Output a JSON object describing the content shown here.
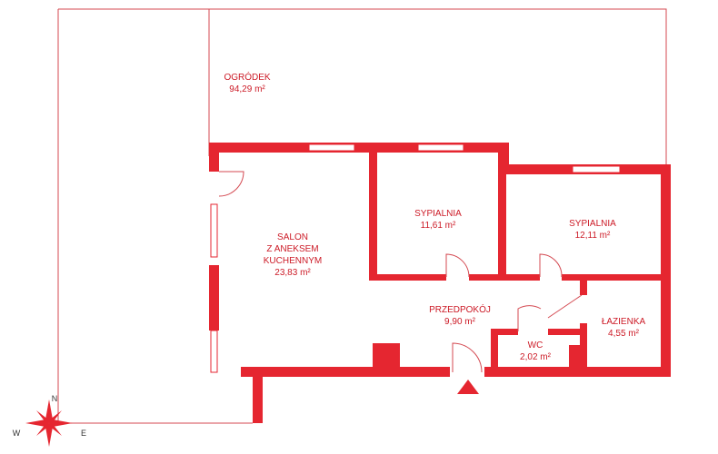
{
  "colors": {
    "wall": "#e52630",
    "label": "#cc1a26",
    "outline": "#d44a52",
    "window": "#ffffff"
  },
  "rooms": [
    {
      "id": "ogrodek",
      "lines": [
        "OGRÓDEK",
        "94,29 m²"
      ]
    },
    {
      "id": "salon",
      "lines": [
        "SALON",
        "Z ANEKSEM",
        "KUCHENNYM",
        "23,83 m²"
      ]
    },
    {
      "id": "sypialnia-1",
      "lines": [
        "SYPIALNIA",
        "11,61 m²"
      ]
    },
    {
      "id": "sypialnia-2",
      "lines": [
        "SYPIALNIA",
        "12,11 m²"
      ]
    },
    {
      "id": "przedpokoj",
      "lines": [
        "PRZEDPOKÓJ",
        "9,90 m²"
      ]
    },
    {
      "id": "wc",
      "lines": [
        "WC",
        "2,02 m²"
      ]
    },
    {
      "id": "lazienka",
      "lines": [
        "ŁAZIENKA",
        "4,55 m²"
      ]
    }
  ],
  "compass": {
    "north": "N",
    "west": "W",
    "east": "E"
  },
  "entrance_marker": "entrance-triangle-icon"
}
